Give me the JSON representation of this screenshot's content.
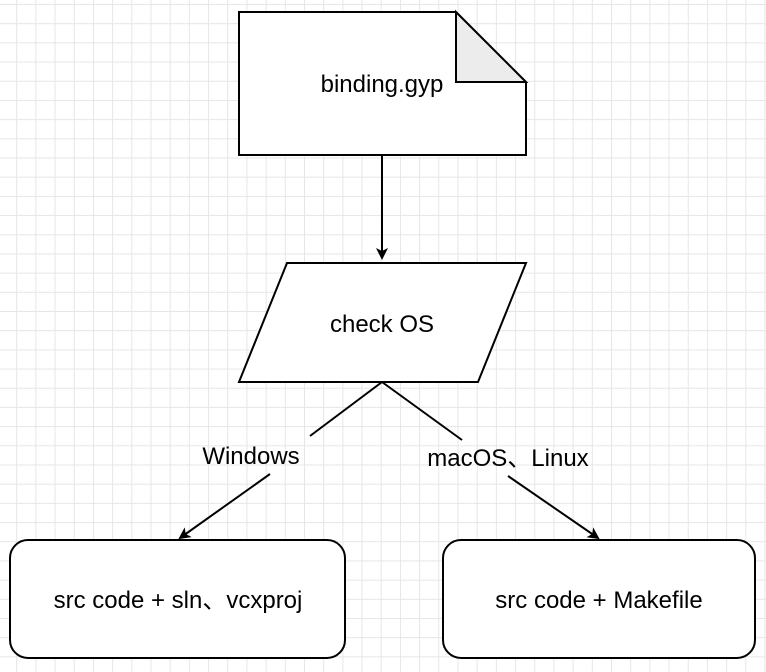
{
  "diagram": {
    "nodes": {
      "gyp_file": {
        "label": "binding.gyp",
        "shape": "document"
      },
      "check_os": {
        "label": "check OS",
        "shape": "parallelogram"
      },
      "windows_output": {
        "label": "src code + sln、vcxproj",
        "shape": "rounded-rect"
      },
      "unix_output": {
        "label": "src code + Makefile",
        "shape": "rounded-rect"
      }
    },
    "edges": {
      "windows_label": "Windows",
      "unix_label": "macOS、Linux"
    },
    "colors": {
      "stroke": "#000000",
      "fill": "#ffffff",
      "fold": "#ececec",
      "grid": "#e6e6e6"
    }
  }
}
